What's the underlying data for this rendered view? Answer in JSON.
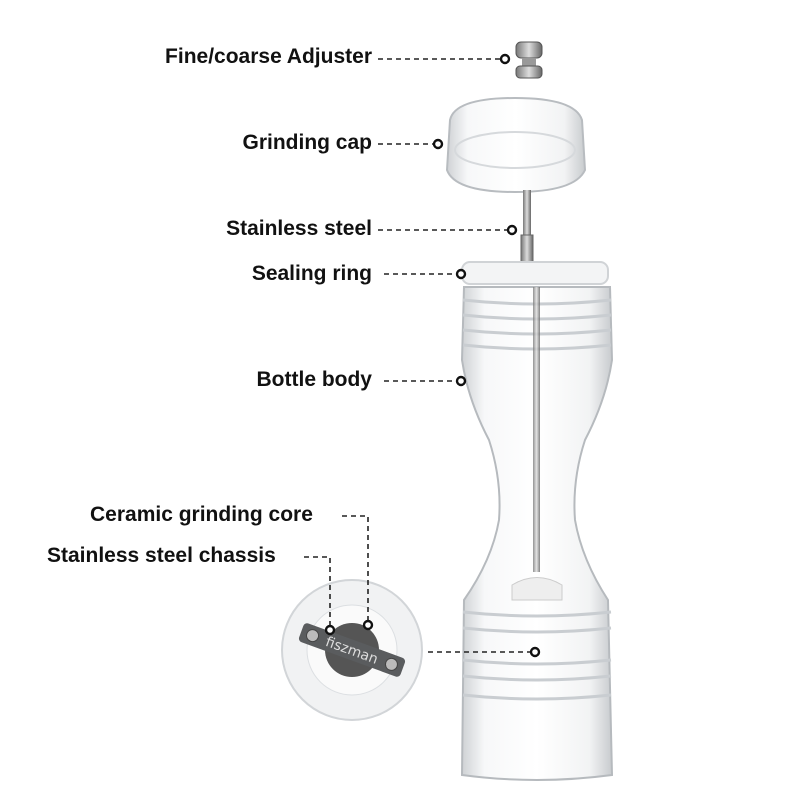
{
  "labels": {
    "adjuster": "Fine/coarse Adjuster",
    "cap": "Grinding cap",
    "steel": "Stainless steel",
    "ring": "Sealing ring",
    "body": "Bottle body",
    "core": "Ceramic grinding core",
    "chassis": "Stainless steel chassis"
  },
  "brand": "fiszman",
  "colors": {
    "text": "#111111",
    "leader": "#222222",
    "acrylic": "#e6e8ea",
    "steel": "#8a8d90"
  }
}
